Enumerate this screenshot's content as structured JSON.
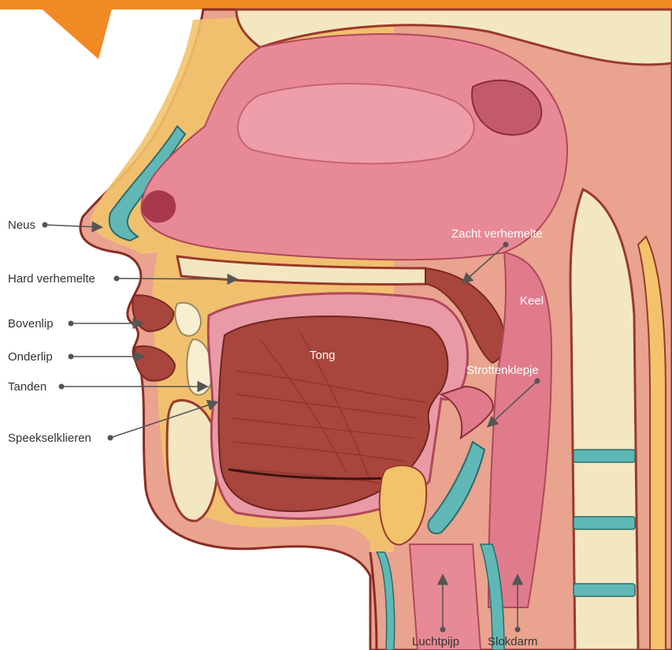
{
  "colors": {
    "accent_banner": "#f08a24",
    "soft_tissue": "#e88a95",
    "cavity": "#d9778a",
    "bone": "#f3e7c2",
    "cartilage": "#5fb8b5",
    "muscle": "#a8453c",
    "fat": "#f2c36b",
    "label_dark": "#333333",
    "label_light": "#ffffff"
  },
  "labels": {
    "neus": "Neus",
    "hard_verhemelte": "Hard verhemelte",
    "bovenlip": "Bovenlip",
    "onderlip": "Onderlip",
    "tanden": "Tanden",
    "speekselklieren": "Speekselklieren",
    "zacht_verhemelte": "Zacht verhemelte",
    "keel": "Keel",
    "tong": "Tong",
    "strottenklepje": "Strottenklepje",
    "luchtpijp": "Luchtpijp",
    "slokdarm": "Slokdarm"
  }
}
